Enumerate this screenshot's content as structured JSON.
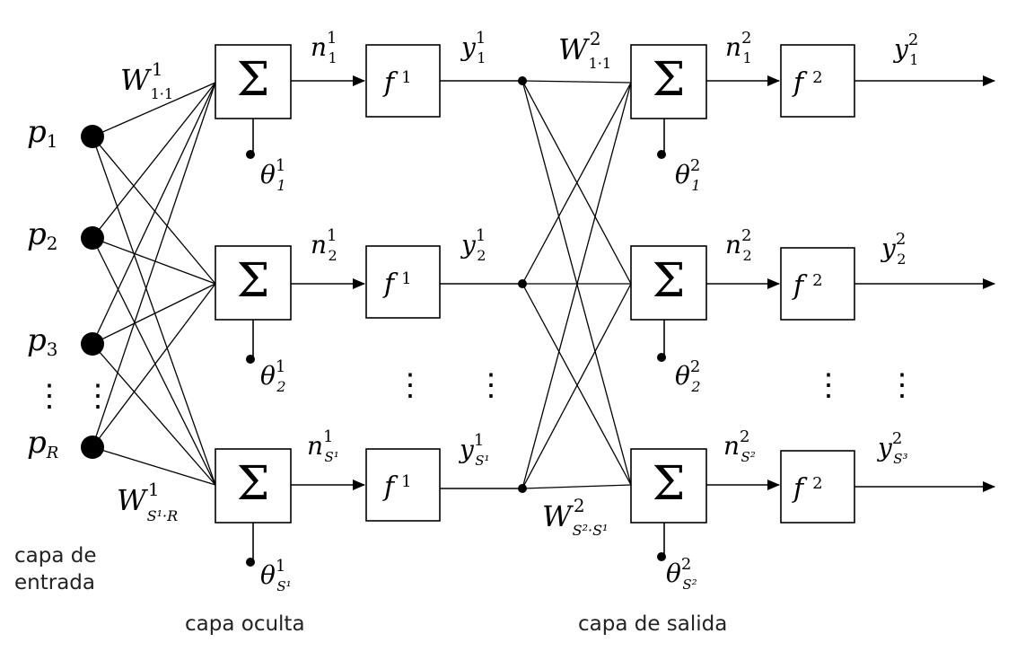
{
  "inputs": {
    "p1": "p",
    "p1_sub": "1",
    "p2": "p",
    "p2_sub": "2",
    "p3": "p",
    "p3_sub": "3",
    "pR": "p",
    "pR_sub": "R",
    "dots": "⋮"
  },
  "weights": {
    "w1_top": "W",
    "w1_top_sup": "1",
    "w1_top_sub": "1·1",
    "w1_bot": "W",
    "w1_bot_sup": "1",
    "w1_bot_sub": "S¹·R",
    "w2_top": "W",
    "w2_top_sup": "2",
    "w2_top_sub": "1·1",
    "w2_bot": "W",
    "w2_bot_sup": "2",
    "w2_bot_sub": "S²·S¹"
  },
  "hidden": {
    "sum_symbol": "Σ",
    "f": "f",
    "f_sup": "1",
    "theta": "θ",
    "n": "n",
    "y": "y",
    "sup": "1",
    "rows": [
      {
        "n_sub": "1",
        "y_sub": "1",
        "theta_sub": "1"
      },
      {
        "n_sub": "2",
        "y_sub": "2",
        "theta_sub": "2"
      },
      {
        "n_sub": "S¹",
        "y_sub": "S¹",
        "theta_sub": "S¹"
      }
    ]
  },
  "output": {
    "sum_symbol": "Σ",
    "f": "f",
    "f_sup": "2",
    "theta": "θ",
    "n": "n",
    "y": "y",
    "sup": "2",
    "rows": [
      {
        "n_sub": "1",
        "y_sub": "1",
        "theta_sub": "1"
      },
      {
        "n_sub": "2",
        "y_sub": "2",
        "theta_sub": "2"
      },
      {
        "n_sub": "S²",
        "y_sub": "S³",
        "theta_sub": "S²"
      }
    ]
  },
  "captions": {
    "input_layer_line1": "capa de",
    "input_layer_line2": "entrada",
    "hidden_layer": "capa oculta",
    "output_layer": "capa de salida"
  }
}
